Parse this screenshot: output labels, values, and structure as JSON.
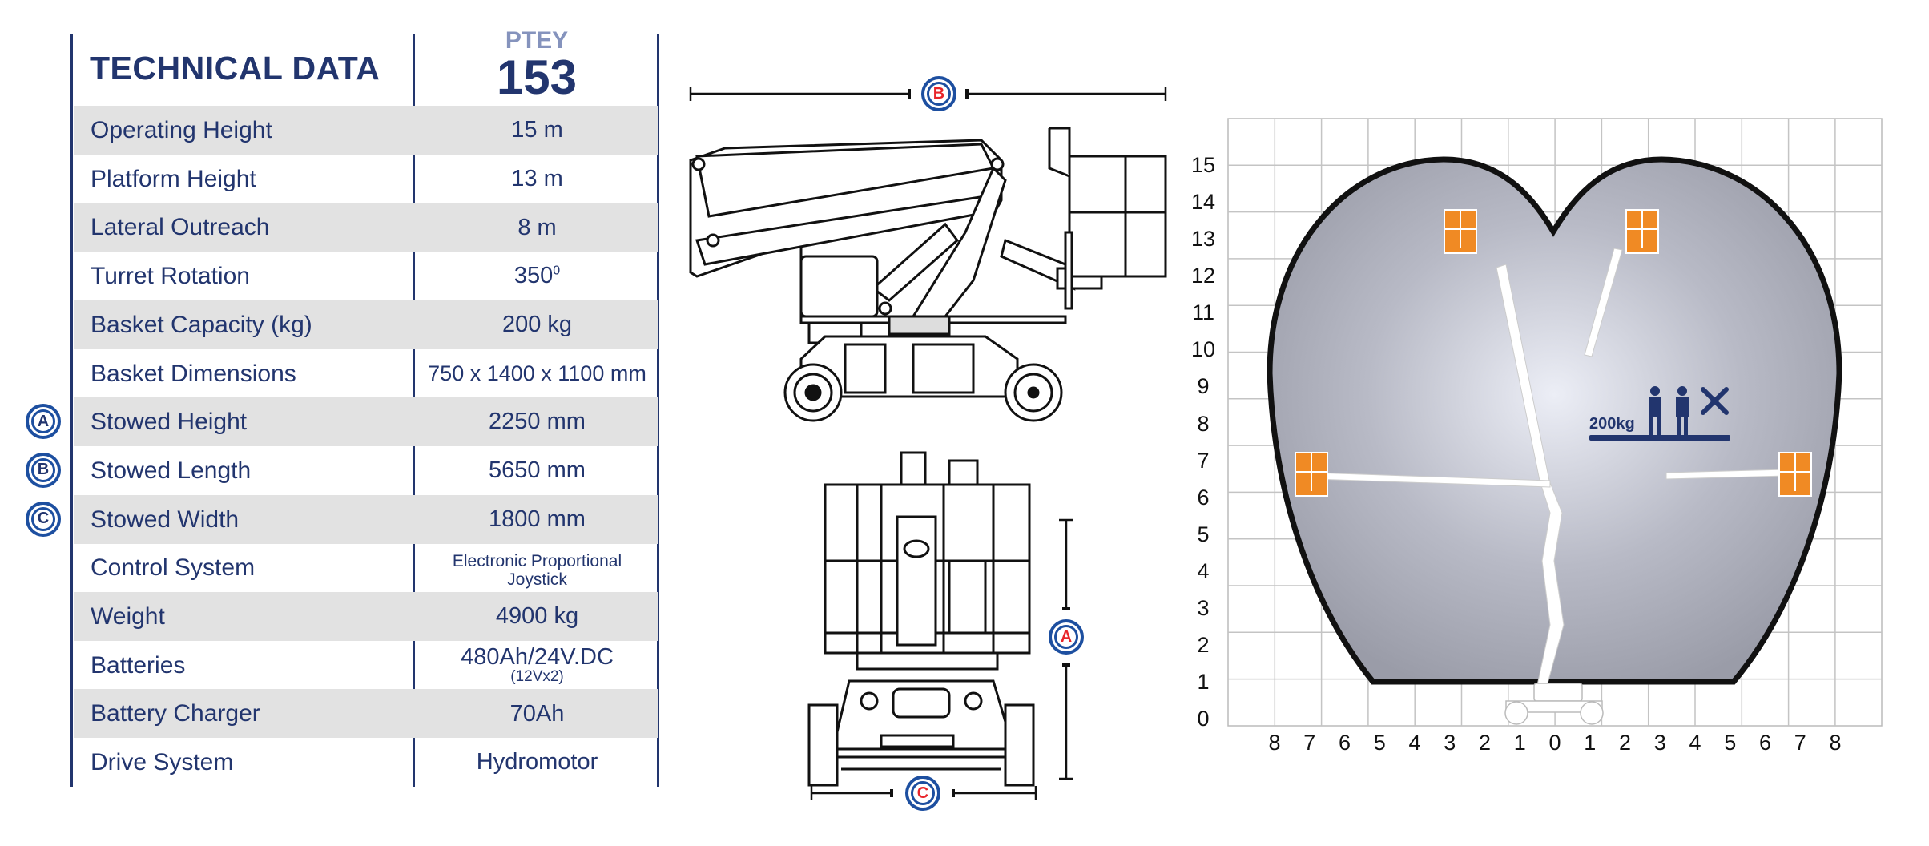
{
  "table": {
    "title": "TECHNICAL DATA",
    "model_prefix": "PTEY",
    "model_number": "153",
    "rows": [
      {
        "label": "Operating Height",
        "value": "15 m"
      },
      {
        "label": "Platform Height",
        "value": "13 m"
      },
      {
        "label": "Lateral Outreach",
        "value": "8 m"
      },
      {
        "label": "Turret Rotation",
        "value": "350",
        "value_sup": "0"
      },
      {
        "label": "Basket Capacity (kg)",
        "value": "200 kg"
      },
      {
        "label": "Basket Dimensions",
        "value": "750 x 1400 x 1100 mm"
      },
      {
        "label": "Stowed Height",
        "value": "2250 mm",
        "marker": "A"
      },
      {
        "label": "Stowed Length",
        "value": "5650 mm",
        "marker": "B"
      },
      {
        "label": "Stowed Width",
        "value": "1800 mm",
        "marker": "C"
      },
      {
        "label": "Control System",
        "value": "Electronic Proportional",
        "value_line2": "Joystick"
      },
      {
        "label": "Weight",
        "value": "4900 kg"
      },
      {
        "label": "Batteries",
        "value": "480Ah/24V.DC",
        "value_line2": "(12Vx2)"
      },
      {
        "label": "Battery Charger",
        "value": "70Ah"
      },
      {
        "label": "Drive System",
        "value": "Hydromotor"
      }
    ]
  },
  "dimension_markers": {
    "side_view": "B",
    "front_view_height": "A",
    "front_view_width": "C"
  },
  "working_envelope": {
    "y_labels": [
      "0",
      "1",
      "2",
      "3",
      "4",
      "5",
      "6",
      "7",
      "8",
      "9",
      "10",
      "11",
      "12",
      "13",
      "14",
      "15"
    ],
    "x_labels": [
      "8",
      "7",
      "6",
      "5",
      "4",
      "3",
      "2",
      "1",
      "0",
      "1",
      "2",
      "3",
      "4",
      "5",
      "6",
      "7",
      "8"
    ],
    "max_height_m": 15,
    "max_outreach_m": 8,
    "load_label": "200kg",
    "workers_count": 2
  },
  "colors": {
    "navy": "#22356e",
    "ring_blue": "#1d4fa0",
    "marker_red": "#e8262b",
    "basket_orange": "#f08a24",
    "row_gray": "#e2e2e2"
  }
}
